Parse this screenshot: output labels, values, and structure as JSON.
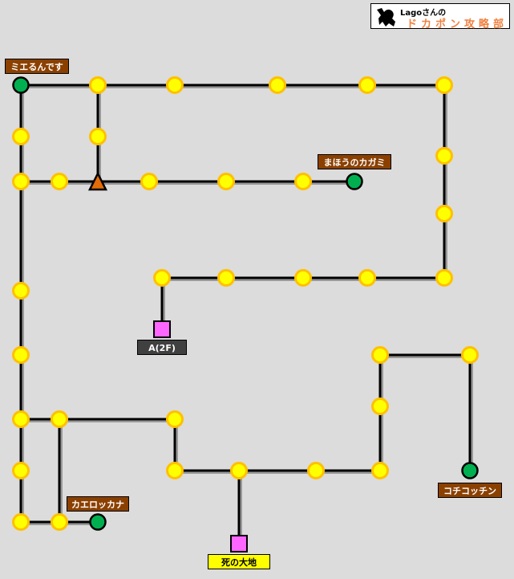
{
  "logo": {
    "line1": "Lagoさんの",
    "line2": "ドカポン攻略部"
  },
  "labels": {
    "mieru": "ミエるんです",
    "mahou": "まほうのカガミ",
    "a2f": "A(2F)",
    "kochi": "コチコッチン",
    "kaero": "カエロッカナ",
    "shino": "死の大地"
  },
  "colors": {
    "background": "#dcdcdc",
    "yellow_node": "#ffff00",
    "yellow_ring": "#ffc000",
    "green_node": "#00b050",
    "pink_square": "#ff66ff",
    "triangle": "#e36c09",
    "label_brown": "#8b4000"
  }
}
